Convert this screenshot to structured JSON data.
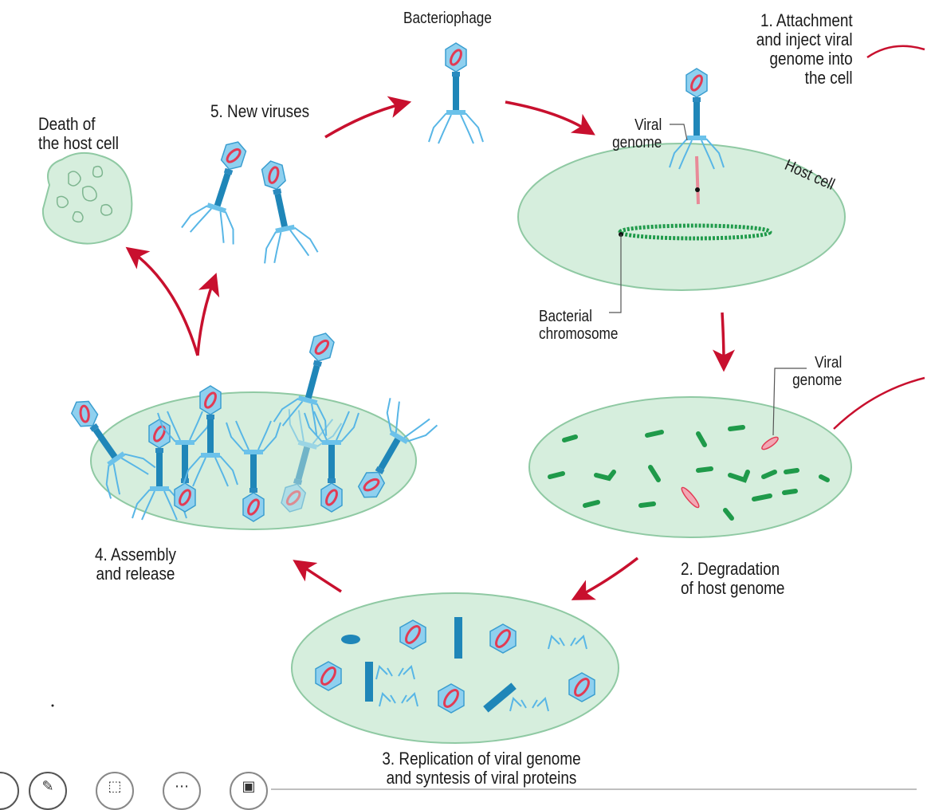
{
  "labels": {
    "bacteriophage": "Bacteriophage",
    "step1": "1. Attachment\nand inject viral\ngenome into\nthe cell",
    "viral_genome_top": "Viral\ngenome",
    "host_cell": "Host cell",
    "bacterial_chromosome": "Bacterial\nchromosome",
    "viral_genome_mid": "Viral\ngenome",
    "step2": "2. Degradation\nof host genome",
    "step3": "3. Replication of viral genome\nand syntesis of viral proteins",
    "step4": "4. Assembly\nand release",
    "step5": "5. New viruses",
    "death": "Death of\nthe host cell"
  },
  "colors": {
    "arrow": "#c8102e",
    "cell_fill": "#d6eedd",
    "cell_stroke": "#8fc9a3",
    "phage_head": "#7fc8ec",
    "phage_tail": "#1f86b8",
    "viral_dna": "#e23b54",
    "bacterial_dna": "#1f9a4a",
    "annotation": "#c8102e"
  },
  "toolbar": {
    "icons": [
      "hand-drawn-circle-icon",
      "draw-pen-icon",
      "screenshot-icon",
      "more-options-icon",
      "screen-record-icon"
    ]
  }
}
